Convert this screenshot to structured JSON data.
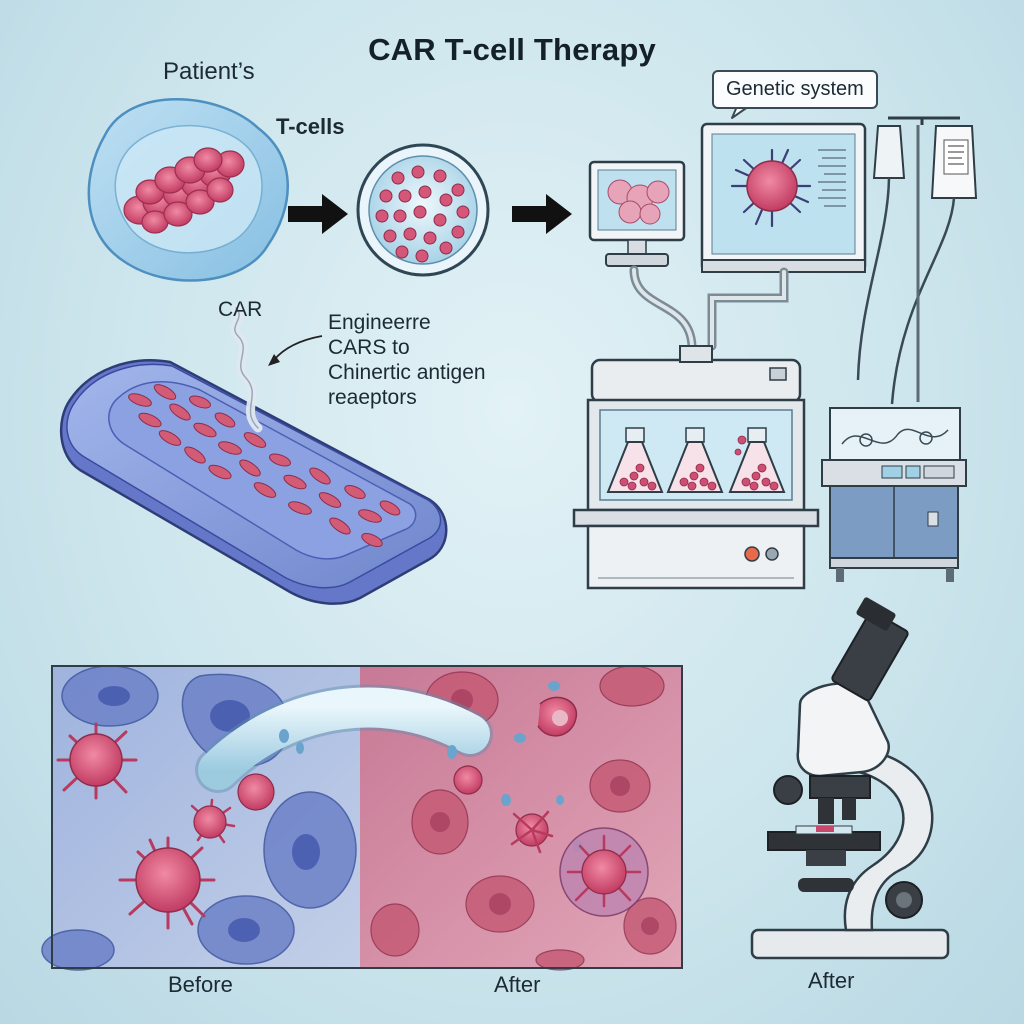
{
  "title": "CAR T-cell Therapy",
  "labels": {
    "patient": "Patient’s",
    "tcells": "T-cells",
    "genetic_system": "Genetic system",
    "car": "CAR",
    "engineer_lines": [
      "Engineerre",
      "CARS to",
      "Chinertic antigen",
      "reaeptors"
    ],
    "before": "Before",
    "after_panel": "After",
    "after_microscope": "After"
  },
  "colors": {
    "cell_red": "#c8476a",
    "tissue_blue": "#7d96d6",
    "machine_gray": "#e4e8ec",
    "outline": "#3a4a55"
  }
}
